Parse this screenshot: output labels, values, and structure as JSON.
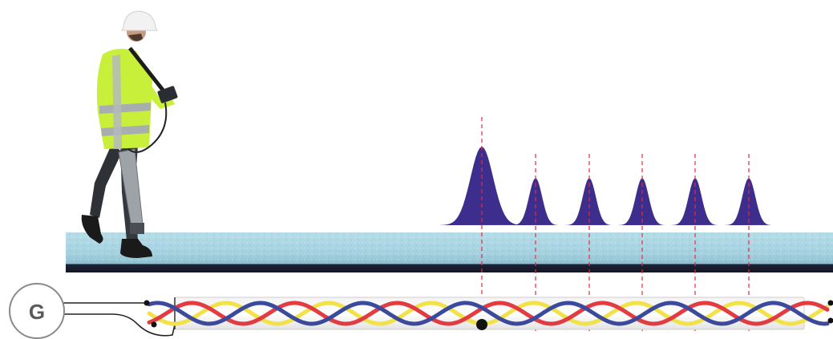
{
  "generator": {
    "label": "G"
  },
  "peaks": [
    {
      "id": "peak-1",
      "relative_amplitude": 1.0
    },
    {
      "id": "peak-2",
      "relative_amplitude": 0.6
    },
    {
      "id": "peak-3",
      "relative_amplitude": 0.6
    },
    {
      "id": "peak-4",
      "relative_amplitude": 0.6
    },
    {
      "id": "peak-5",
      "relative_amplitude": 0.6
    },
    {
      "id": "peak-6",
      "relative_amplitude": 0.6
    }
  ],
  "colors": {
    "peak_fill": "#3d2d8c",
    "marker_line": "#e0303a",
    "cable_red": "#e23c42",
    "cable_yellow": "#f2e24a",
    "cable_blue": "#3b4a9c",
    "ground_top": "#a9d5e2",
    "ground_bottom": "#1c1f33",
    "vest": "#c8ef3a",
    "helmet": "#f2f2f2",
    "fault_dot": "#111111"
  }
}
